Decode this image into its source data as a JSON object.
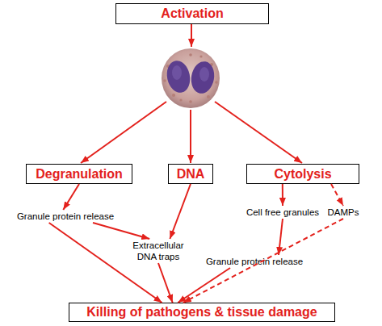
{
  "diagram": {
    "nodes": [
      {
        "text": [
          "Activation"
        ]
      },
      {
        "text": [
          "Degranulation"
        ]
      },
      {
        "text": [
          "DNA"
        ]
      },
      {
        "text": [
          "Cytolysis"
        ]
      },
      {
        "text": [
          "Granule protein release"
        ]
      },
      {
        "text": [
          "Extracellular DNA traps"
        ]
      },
      {
        "text": [
          "Cell free granules"
        ]
      },
      {
        "text": [
          "DAMPs"
        ]
      },
      {
        "text": [
          "Granule protein release"
        ]
      },
      {
        "text": [
          "Killing of pathogens & tissue damage"
        ]
      }
    ],
    "edges": [
      {
        "from": 1,
        "to": 4,
        "arrow": "to"
      },
      {
        "from": 4,
        "to": 5,
        "arrow": "to"
      },
      {
        "from": 2,
        "to": 5,
        "arrow": "to"
      },
      {
        "from": 3,
        "to": 6,
        "arrow": "to"
      },
      {
        "from": 3,
        "to": 7,
        "arrow": "to"
      },
      {
        "from": 6,
        "to": 8,
        "arrow": "to"
      },
      {
        "from": 4,
        "to": 9,
        "arrow": "to"
      },
      {
        "from": 5,
        "to": 9,
        "arrow": "to"
      },
      {
        "from": 8,
        "to": 9,
        "arrow": "to"
      },
      {
        "from": 7,
        "to": 9,
        "arrow": "to"
      }
    ]
  }
}
